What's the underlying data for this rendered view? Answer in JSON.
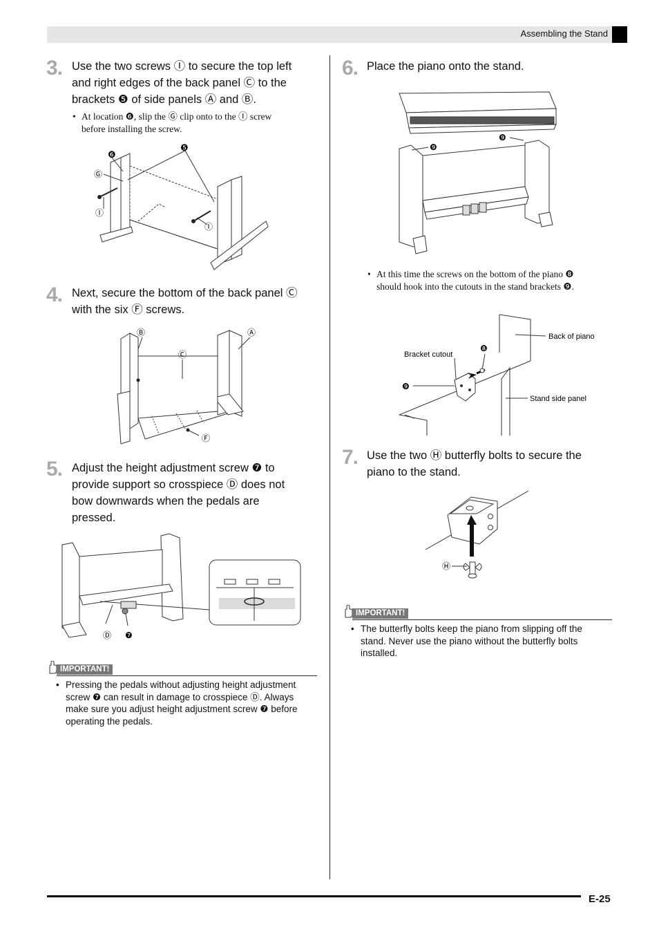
{
  "header": {
    "title": "Assembling the Stand"
  },
  "footer": {
    "page": "E-25"
  },
  "steps": [
    {
      "num": "3.",
      "lines": [
        "Use the two screws Ⓘ to secure the top left",
        "and right edges of the back panel Ⓒ to the",
        "brackets ❺ of side panels Ⓐ and Ⓑ."
      ],
      "bullet": [
        "At location ❻, slip the Ⓖ clip onto to the Ⓘ screw",
        "before installing the screw."
      ]
    },
    {
      "num": "4.",
      "lines": [
        "Next, secure the bottom of the back panel Ⓒ",
        "with the six Ⓕ screws."
      ]
    },
    {
      "num": "5.",
      "lines": [
        "Adjust the height adjustment screw ❼ to",
        "provide support so crosspiece Ⓓ does not",
        "bow downwards when the pedals are",
        "pressed."
      ]
    },
    {
      "num": "6.",
      "lines": [
        "Place the piano onto the stand."
      ],
      "bullet": [
        "At this time the screws on the bottom of the piano ❽",
        "should hook into the cutouts in the stand brackets ❾."
      ]
    },
    {
      "num": "7.",
      "lines": [
        "Use the two Ⓗ butterfly bolts to secure the",
        "piano to the stand."
      ]
    }
  ],
  "important": [
    {
      "badge": "IMPORTANT!",
      "lines": [
        "Pressing the pedals without adjusting height adjustment",
        "screw ❼ can result in damage to crosspiece Ⓓ. Always",
        "make sure you adjust height adjustment screw ❼ before",
        "operating the pedals."
      ]
    },
    {
      "badge": "IMPORTANT!",
      "lines": [
        "The butterfly bolts keep the piano from slipping off the",
        "stand. Never use the piano without the butterfly bolts",
        "installed."
      ]
    }
  ],
  "labels": {
    "fig3": {
      "six": "❻",
      "five": "❺",
      "g": "Ⓖ",
      "i1": "Ⓘ",
      "i2": "Ⓘ"
    },
    "fig4": {
      "b": "Ⓑ",
      "a": "Ⓐ",
      "c": "Ⓒ",
      "f": "Ⓕ"
    },
    "fig5": {
      "d": "Ⓓ",
      "seven": "❼"
    },
    "fig6": {
      "nine1": "❾",
      "nine2": "❾"
    },
    "fig6b": {
      "back": "Back of piano",
      "cutout": "Bracket cutout",
      "eight": "❽",
      "nine": "❾",
      "side": "Stand side panel"
    },
    "fig7": {
      "h": "Ⓗ"
    }
  }
}
